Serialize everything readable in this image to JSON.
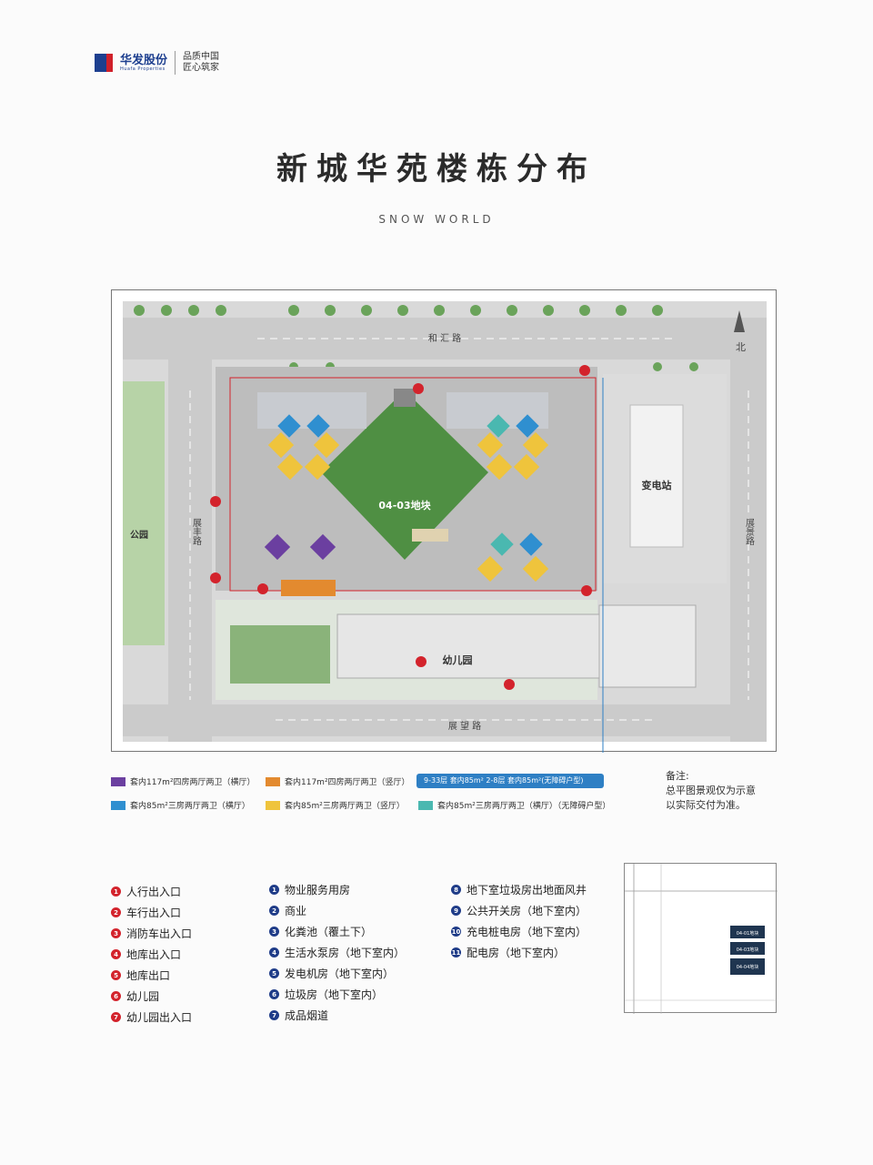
{
  "header": {
    "logo_text": "华发股份",
    "logo_sub": "Huafa Properties",
    "slogan_line1": "品质中国",
    "slogan_line2": "匠心筑家"
  },
  "title": "新城华苑楼栋分布",
  "subtitle": "SNOW WORLD",
  "plan": {
    "road_top": "和 汇 路",
    "road_bottom": "展 望 路",
    "road_left": "展丰路",
    "road_right": "展景路",
    "north_label": "北",
    "block_label": "04-03地块",
    "substation": "变电站",
    "kindergarten": "幼儿园",
    "park": "公园"
  },
  "building_legend": [
    {
      "color": "#6b3fa0",
      "label": "套内117m²四房两厅两卫（横厅）"
    },
    {
      "color": "#e38a2f",
      "label": "套内117m²四房两厅两卫（竖厅）"
    },
    {
      "color": "#2f8fd0",
      "label": "套内85m²三房两厅两卫（横厅）"
    },
    {
      "color": "#efc43c",
      "label": "套内85m²三房两厅两卫（竖厅）"
    },
    {
      "color": "#4ab8b0",
      "label": "套内85m²三房两厅两卫（横厅）（无障碍户型）"
    }
  ],
  "legend_note": "9-33层 套内85m²   2-8层 套内85m²(无障碍户型)",
  "remark": {
    "title": "备注:",
    "line1": "总平图景观仅为示意",
    "line2": "以实际交付为准。"
  },
  "entrances": [
    {
      "num": "1",
      "label": "人行出入口"
    },
    {
      "num": "2",
      "label": "车行出入口"
    },
    {
      "num": "3",
      "label": "消防车出入口"
    },
    {
      "num": "4",
      "label": "地库出入口"
    },
    {
      "num": "5",
      "label": "地库出口"
    },
    {
      "num": "6",
      "label": "幼儿园"
    },
    {
      "num": "7",
      "label": "幼儿园出入口"
    }
  ],
  "facilities_a": [
    {
      "num": "1",
      "label": "物业服务用房"
    },
    {
      "num": "2",
      "label": "商业"
    },
    {
      "num": "3",
      "label": "化粪池（覆土下）"
    },
    {
      "num": "4",
      "label": "生活水泵房（地下室内）"
    },
    {
      "num": "5",
      "label": "发电机房（地下室内）"
    },
    {
      "num": "6",
      "label": "垃圾房（地下室内）"
    },
    {
      "num": "7",
      "label": "成品烟道"
    }
  ],
  "facilities_b": [
    {
      "num": "8",
      "label": "地下室垃圾房出地面风井"
    },
    {
      "num": "9",
      "label": "公共开关房（地下室内）"
    },
    {
      "num": "10",
      "label": "充电桩电房（地下室内）"
    },
    {
      "num": "11",
      "label": "配电房（地下室内）"
    }
  ],
  "locator": {
    "label1": "04-01地块",
    "label2": "04-03地块",
    "label3": "04-04地块"
  },
  "colors": {
    "road": "#cfcfcf",
    "grass": "#5d9b4e",
    "paving": "#9c9c9c"
  }
}
